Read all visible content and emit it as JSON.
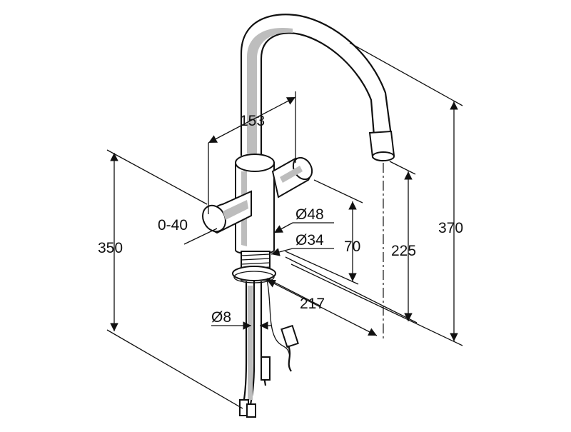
{
  "dimensions": {
    "spout_spacing": "153",
    "handle_offset": "0-40",
    "diameter_upper": "Ø48",
    "diameter_lower": "Ø34",
    "base_height": "70",
    "spout_outlet_height": "225",
    "total_height": "370",
    "hose_length": "350",
    "spout_reach": "217",
    "hose_diameter": "Ø8"
  },
  "colors": {
    "line": "#111111",
    "shade": "#bdbdbd",
    "background": "#ffffff"
  }
}
